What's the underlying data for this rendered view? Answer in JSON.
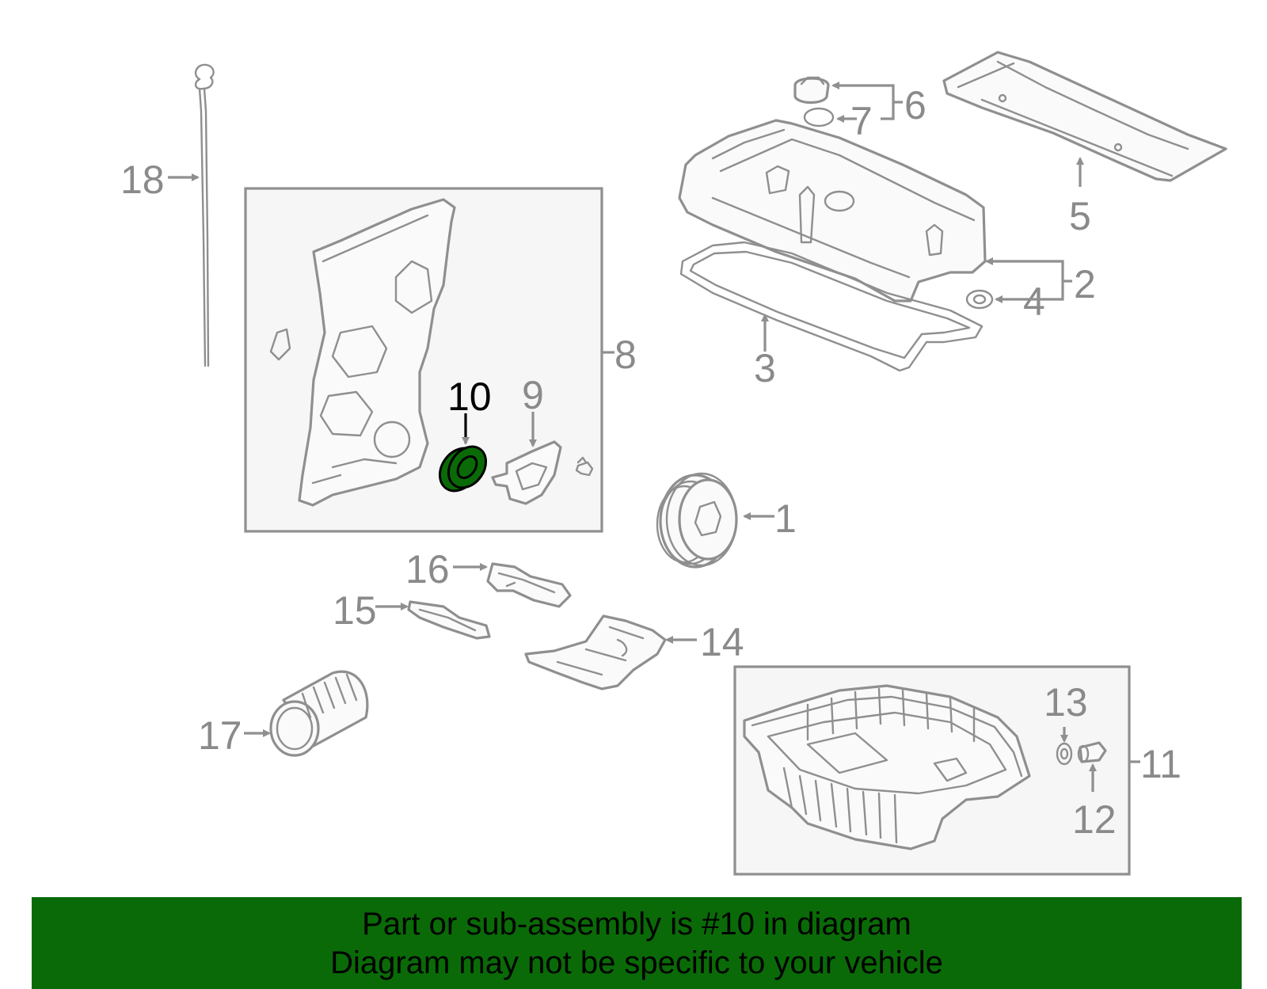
{
  "diagram": {
    "highlighted_part": "10",
    "highlight_color": "#0a6a07",
    "callouts": {
      "c1": "1",
      "c2": "2",
      "c3": "3",
      "c4": "4",
      "c5": "5",
      "c6": "6",
      "c7": "7",
      "c8": "8",
      "c9": "9",
      "c10": "10",
      "c11": "11",
      "c12": "12",
      "c13": "13",
      "c14": "14",
      "c15": "15",
      "c16": "16",
      "c17": "17",
      "c18": "18"
    }
  },
  "banner": {
    "line1": "Part or sub-assembly is #10 in diagram",
    "line2": "Diagram may not be specific to your vehicle",
    "background": "#0a6a07"
  }
}
